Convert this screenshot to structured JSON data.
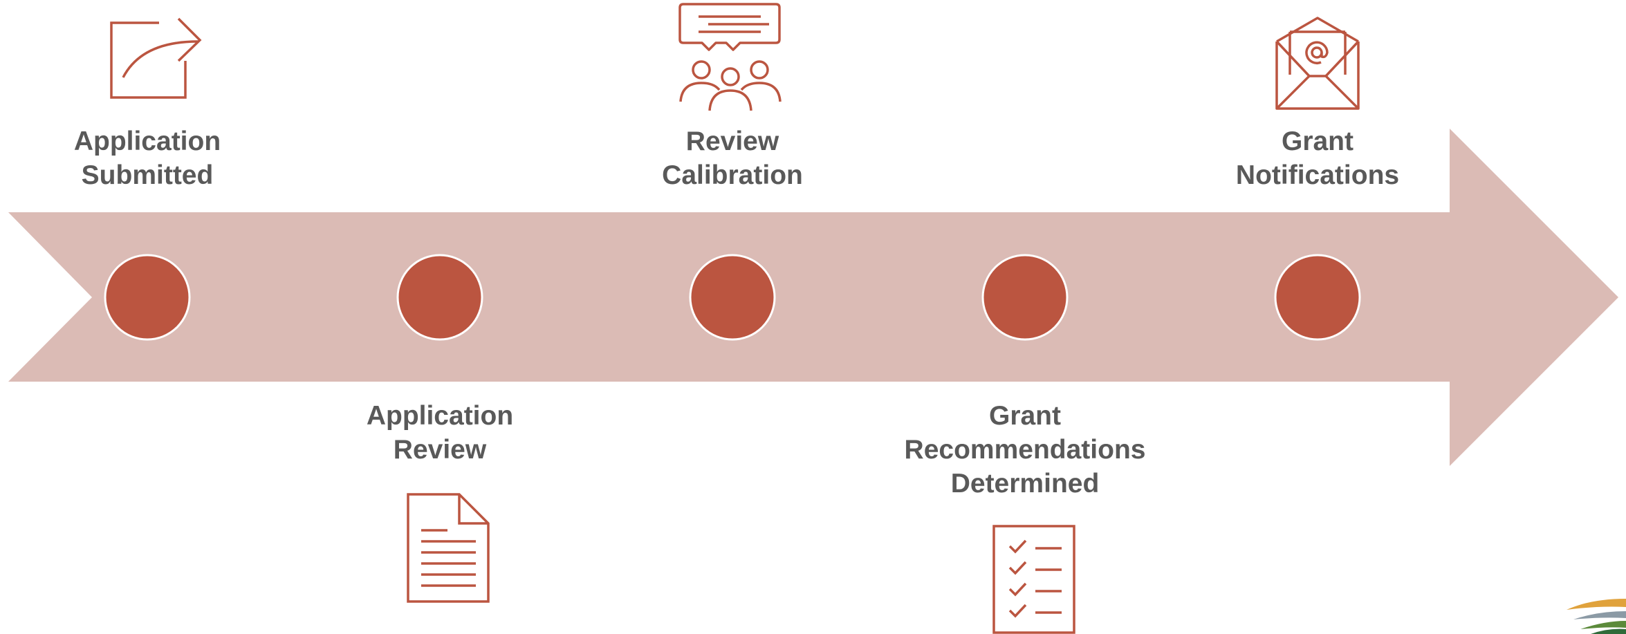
{
  "colors": {
    "accent": "#bb5540",
    "arrow_fill": "#dbbbb5",
    "text": "#595959"
  },
  "steps": [
    {
      "lines": [
        "Application",
        "Submitted"
      ],
      "icon": "share-arrow-icon",
      "position": "above"
    },
    {
      "lines": [
        "Application",
        "Review"
      ],
      "icon": "document-icon",
      "position": "below"
    },
    {
      "lines": [
        "Review",
        "Calibration"
      ],
      "icon": "meeting-chat-icon",
      "position": "above"
    },
    {
      "lines": [
        "Grant",
        "Recommendations",
        "Determined"
      ],
      "icon": "checklist-icon",
      "position": "below"
    },
    {
      "lines": [
        "Grant",
        "Notifications"
      ],
      "icon": "email-envelope-icon",
      "position": "above"
    }
  ],
  "corner_logo": {
    "icon": "swoosh-logo-icon"
  }
}
